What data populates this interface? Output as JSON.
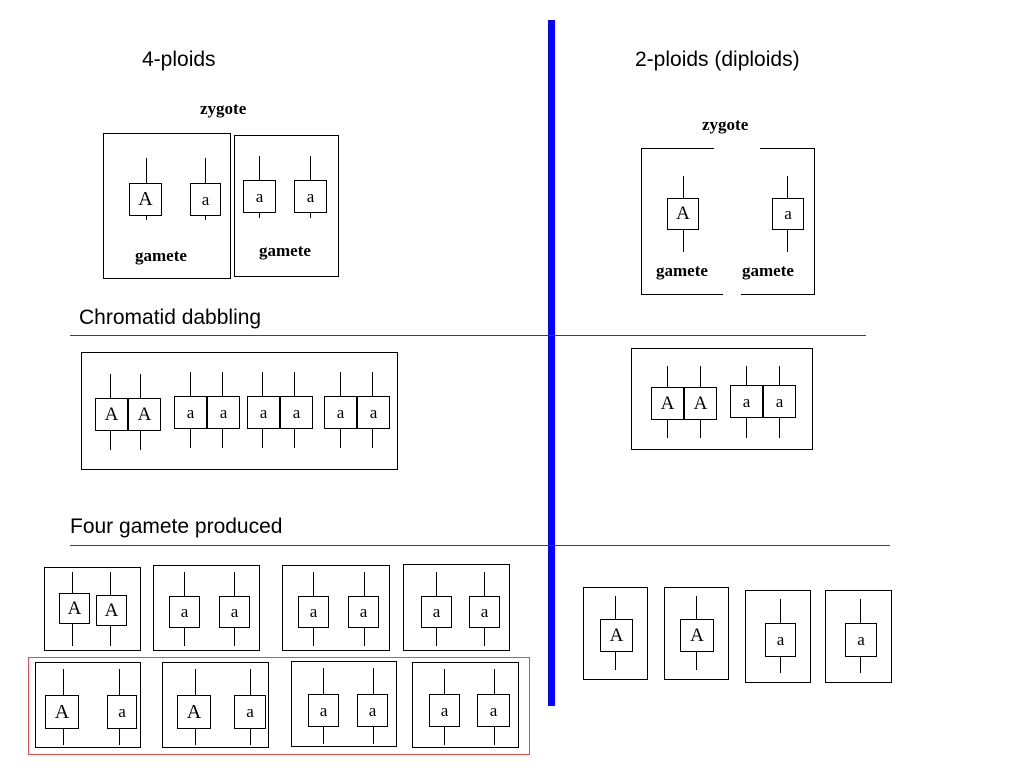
{
  "headings": {
    "left": "4-ploids",
    "right": "2-ploids (diploids)",
    "chromatid": "Chromatid dabbling",
    "four_gamete": "Four gamete produced"
  },
  "labels": {
    "zygote": "zygote",
    "gamete": "gamete",
    "gamete_clipped": "gamete"
  },
  "alleles": {
    "dominant": "A",
    "recessive": "a"
  },
  "colors": {
    "divider": "#0a00ff",
    "rule": "#3333cc",
    "highlight_box": "#e05050"
  }
}
